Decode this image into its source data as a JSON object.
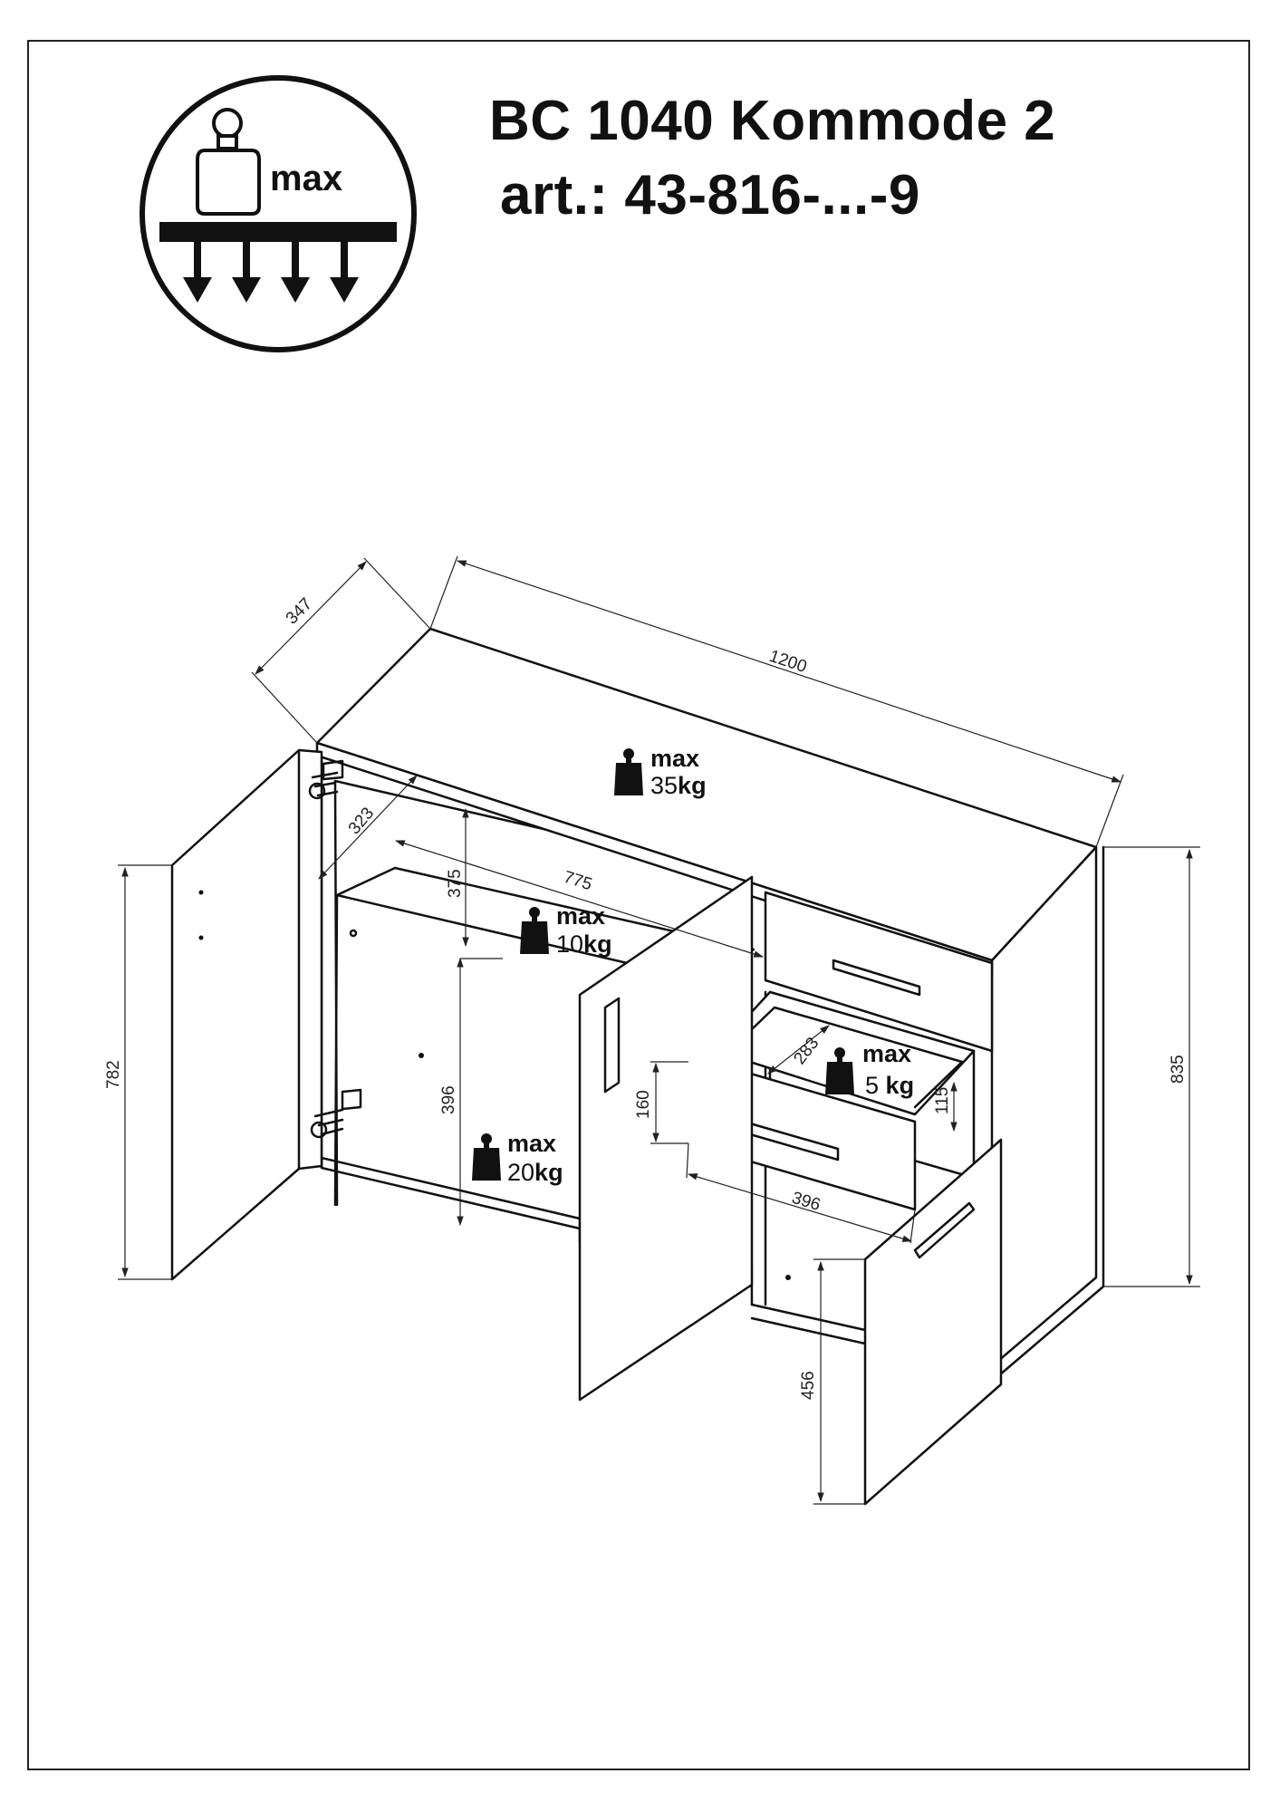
{
  "header": {
    "title_line1": "BC 1040 Kommode 2",
    "title_line2": "art.: 43-816-...-9"
  },
  "max_load_symbol": {
    "icon": "max-load-icon",
    "label": "max"
  },
  "dimensions": {
    "width": "1200",
    "depth": "347",
    "height": "835",
    "door_height": "782",
    "inner_depth": "323",
    "upper_compartment_height": "375",
    "inner_width": "775",
    "lower_compartment_height": "396",
    "drawer_front_height": "160",
    "drawer_depth": "283",
    "drawer_inner_height": "115",
    "drawer_width": "396",
    "lower_door_height": "456"
  },
  "loads": {
    "top": {
      "label": "max",
      "value": "35",
      "unit": "kg"
    },
    "shelf": {
      "label": "max",
      "value": "10",
      "unit": "kg"
    },
    "bottom": {
      "label": "max",
      "value": "20",
      "unit": "kg"
    },
    "drawer": {
      "label": "max",
      "value": "5",
      "unit": "kg"
    }
  }
}
